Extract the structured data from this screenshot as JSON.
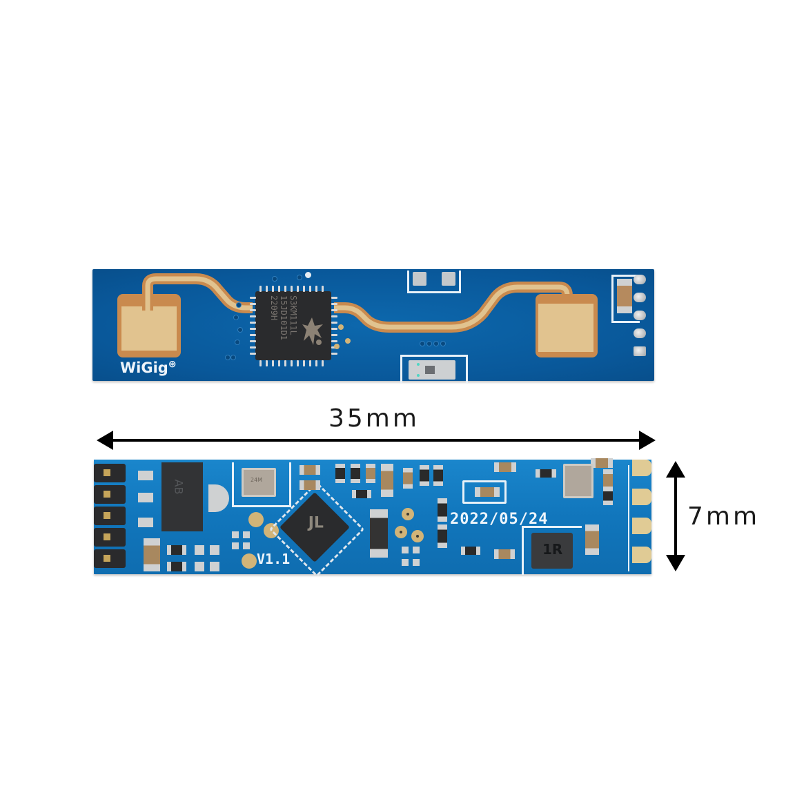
{
  "image": {
    "description": "Product photo of a 24GHz mmWave radar sensor module shown front and back with dimension annotations",
    "background_color": "#ffffff"
  },
  "top_board": {
    "side": "front (antenna side)",
    "pcb_color": "#0a5d9c",
    "logo_text": "WiGig",
    "logo_mark": "⊛",
    "main_chip": {
      "line1": "S3KM111L",
      "line2": "15JD101D1",
      "line3": "2209H",
      "logo_icon": "dancer-logo-icon"
    },
    "antenna_pads": 2,
    "header_holes": 5
  },
  "dimensions": {
    "width_label": "35mm",
    "height_label": "7mm"
  },
  "bottom_board": {
    "side": "back (component side)",
    "pcb_color": "#1279c0",
    "date_text": "2022/05/24",
    "version_text": "V1.1",
    "mcu_chip_logo": "JL",
    "regulator_marking": "AB",
    "crystal_marking": "24M",
    "inductor_marking": "1R",
    "header_pins": 5,
    "edge_pads": 4
  }
}
